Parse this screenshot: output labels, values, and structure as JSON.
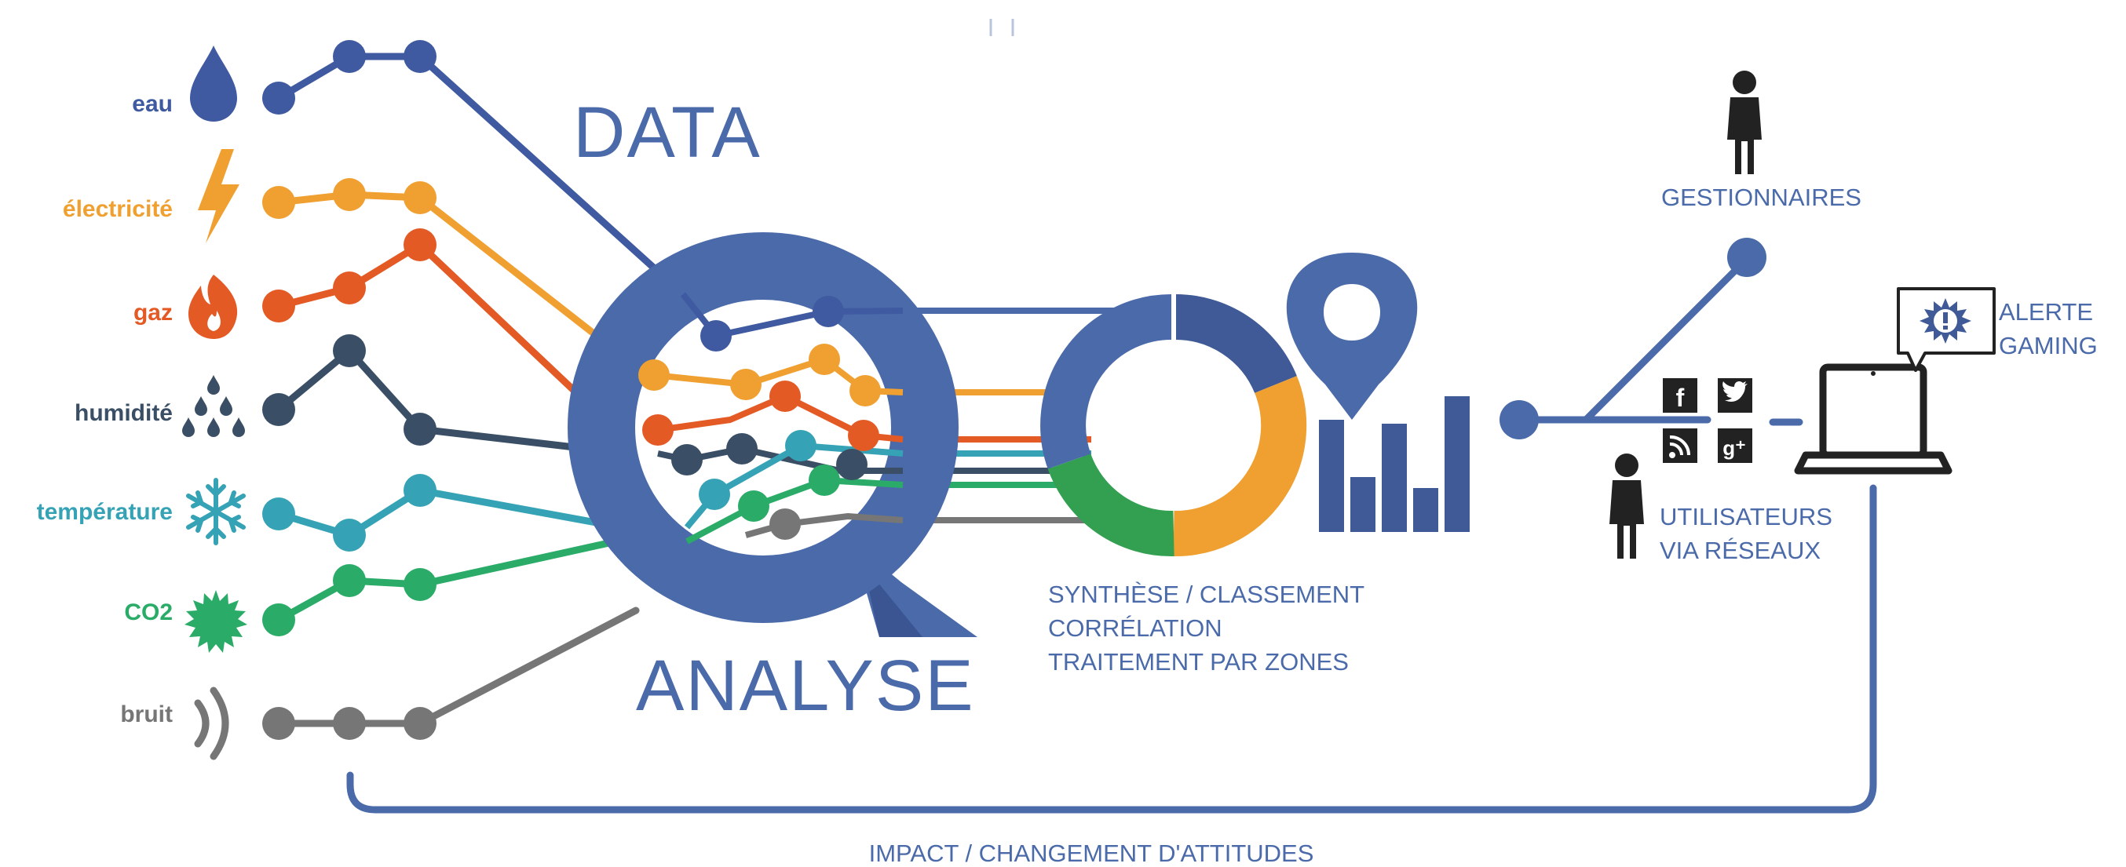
{
  "colors": {
    "primary": "#4a6aaa",
    "dark_blue": "#3f5a96",
    "eau": "#3f5aa0",
    "electricite": "#f0a030",
    "gaz": "#e35a25",
    "humidite": "#3a4f66",
    "temperature": "#35a3b5",
    "co2": "#2aac68",
    "bruit": "#767676",
    "donut_green": "#32a050",
    "donut_orange": "#f0a030",
    "icon_dark": "#222222"
  },
  "sensors": [
    {
      "key": "eau",
      "label": "eau",
      "icon": "water-drop-icon"
    },
    {
      "key": "electricite",
      "label": "électricité",
      "icon": "lightning-icon"
    },
    {
      "key": "gaz",
      "label": "gaz",
      "icon": "flame-icon"
    },
    {
      "key": "humidite",
      "label": "humidité",
      "icon": "raindrops-icon"
    },
    {
      "key": "temperature",
      "label": "température",
      "icon": "snowflake-icon"
    },
    {
      "key": "co2",
      "label": "CO2",
      "icon": "co2-burst-icon"
    },
    {
      "key": "bruit",
      "label": "bruit",
      "icon": "sound-waves-icon"
    }
  ],
  "titles": {
    "data": "DATA",
    "analyse": "ANALYSE"
  },
  "processing": {
    "line1": "SYNTHÈSE / CLASSEMENT",
    "line2": "CORRÉLATION",
    "line3": "TRAITEMENT PAR ZONES"
  },
  "outputs": {
    "managers": "GESTIONNAIRES",
    "users_line1": "UTILISATEURS",
    "users_line2": "VIA RÉSEAUX",
    "alert_line1": "ALERTE",
    "alert_line2": "GAMING"
  },
  "social_icons": [
    "facebook-icon",
    "twitter-icon",
    "rss-icon",
    "google-plus-icon"
  ],
  "footer": {
    "impact": "IMPACT / CHANGEMENT D'ATTITUDES"
  }
}
